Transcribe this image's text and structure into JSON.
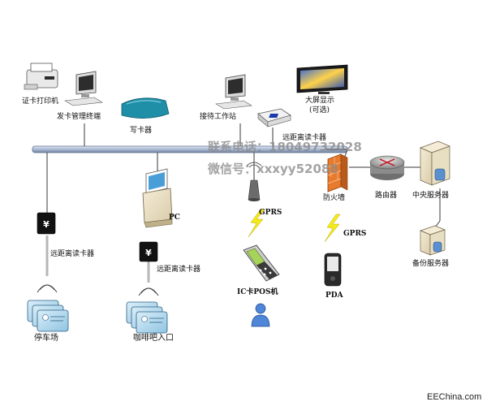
{
  "diagram": {
    "labels": {
      "card_printer": "证卡打印机",
      "issuing_terminal": "发卡管理终端",
      "card_writer": "写卡器",
      "reception_station": "接待工作站",
      "big_screen": "大屏显示",
      "big_screen_optional": "(可选)",
      "long_range_reader_top": "远距离读卡器",
      "firewall": "防火墙",
      "router": "路由器",
      "central_server": "中央服务器",
      "backup_server": "备份服务器",
      "pc": "PC",
      "long_range_reader_left": "远距离读卡器",
      "long_range_reader_mid": "远距离读卡器",
      "gprs_1": "GPRS",
      "gprs_2": "GPRS",
      "pos": "IC卡POS机",
      "pda": "PDA",
      "parking": "停车场",
      "cafe_entrance": "咖啡吧入口"
    },
    "watermark": {
      "line1": "联系电话：18049732028",
      "line2": "微信号：xxxyy52088"
    },
    "credit": "EEChina.com",
    "colors": {
      "bus": "#a9b9d3",
      "bus_edge": "#5d6f8e",
      "line": "#3a3a3a",
      "lightning": "#f5ea1a",
      "firewall": "#e87a2c",
      "card": "#b7dcef",
      "device_teal": "#1f8fa8",
      "screen": "#2f57c8"
    }
  }
}
